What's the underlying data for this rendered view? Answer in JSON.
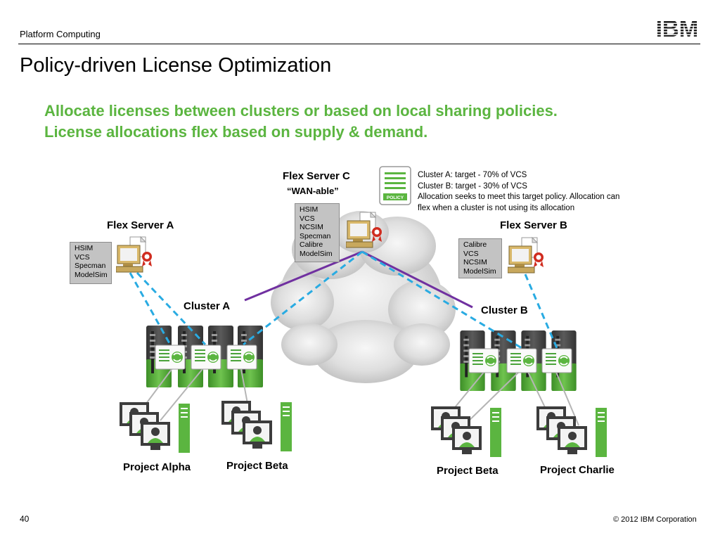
{
  "header": {
    "label": "Platform Computing",
    "logo_text": "IBM"
  },
  "title": "Policy-driven License Optimization",
  "subtitle": [
    "Allocate licenses between clusters or based on local sharing policies.",
    "License allocations flex based on supply & demand."
  ],
  "servers": {
    "a": {
      "name": "Flex Server A",
      "licenses": [
        "HSIM",
        "VCS",
        "Specman",
        "ModelSim"
      ]
    },
    "b": {
      "name": "Flex Server B",
      "licenses": [
        "Calibre",
        "VCS",
        "NCSIM",
        "ModelSim"
      ]
    },
    "c": {
      "name": "Flex Server C",
      "note": "“WAN-able”",
      "licenses": [
        "HSIM",
        "VCS",
        "NCSIM",
        "Specman",
        "Calibre",
        "ModelSim"
      ]
    }
  },
  "policy": {
    "icon_label": "POLICY",
    "lines": [
      "Cluster A:  target - 70% of VCS",
      "Cluster B:  target - 30% of VCS",
      "Allocation seeks to meet this target policy. Allocation can",
      "flex when a cluster is not using its allocation"
    ]
  },
  "clusters": {
    "a": "Cluster A",
    "b": "Cluster B"
  },
  "projects": [
    "Project Alpha",
    "Project Beta",
    "Project Beta",
    "Project Charlie"
  ],
  "footer": {
    "page": "40",
    "copyright": "© 2012 IBM Corporation"
  },
  "colors": {
    "accent_green": "#5bb540",
    "wan_line": "#7030a0",
    "license_link": "#29abe2"
  }
}
